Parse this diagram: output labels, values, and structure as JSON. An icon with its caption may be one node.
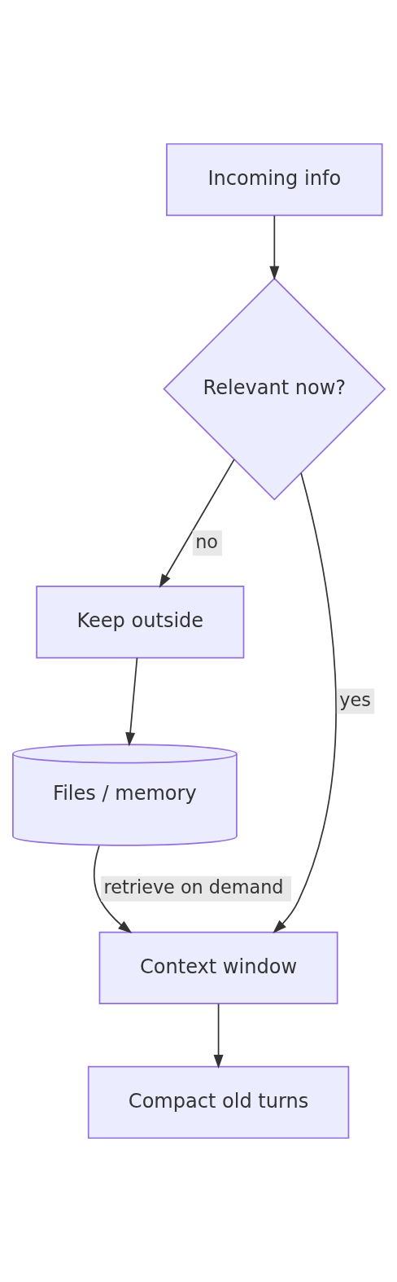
{
  "diagram": {
    "nodes": [
      {
        "text": [
          "Incoming info"
        ]
      },
      {
        "text": [
          "Relevant now?"
        ]
      },
      {
        "text": [
          "Keep outside"
        ]
      },
      {
        "text": [
          "Files / memory"
        ]
      },
      {
        "text": [
          "Context window"
        ]
      },
      {
        "text": [
          "Compact old turns"
        ]
      }
    ],
    "edges": [
      {
        "from": 0,
        "to": 1,
        "arrow": "to"
      },
      {
        "from": 1,
        "to": 4,
        "arrow": "to",
        "label": "yes"
      },
      {
        "from": 1,
        "to": 2,
        "arrow": "to",
        "label": "no"
      },
      {
        "from": 2,
        "to": 3,
        "arrow": "to"
      },
      {
        "from": 3,
        "to": 4,
        "arrow": "to",
        "label": "retrieve on demand"
      },
      {
        "from": 4,
        "to": 5,
        "arrow": "to"
      }
    ]
  }
}
